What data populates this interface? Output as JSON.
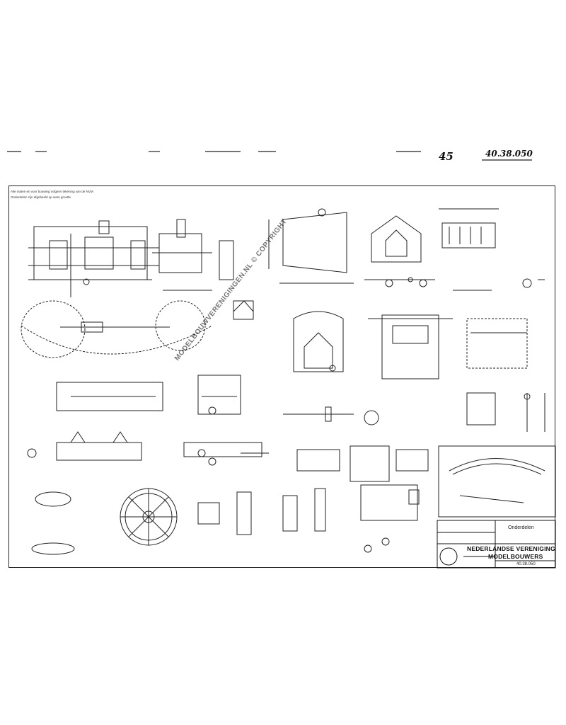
{
  "header": {
    "scale_note": "45",
    "drawing_ref": "40.38.050"
  },
  "notes": {
    "general_1": "Alle maten en voor bouwing volgens tekening van de NVM",
    "general_2": "Onderdelen zijn afgebeeld op ware grootte"
  },
  "title_block": {
    "sheet_name": "Onderdelen",
    "organization_line1": "NEDERLANDSE VERENIGING",
    "organization_line2": "MODELBOUWERS",
    "drawing_number": "40.38.050"
  },
  "watermark": {
    "text": "MODELBOUWVERENIGINGEN.NL © COPYRIGHT"
  },
  "colors": {
    "ink": "#111111",
    "paper": "#ffffff"
  }
}
